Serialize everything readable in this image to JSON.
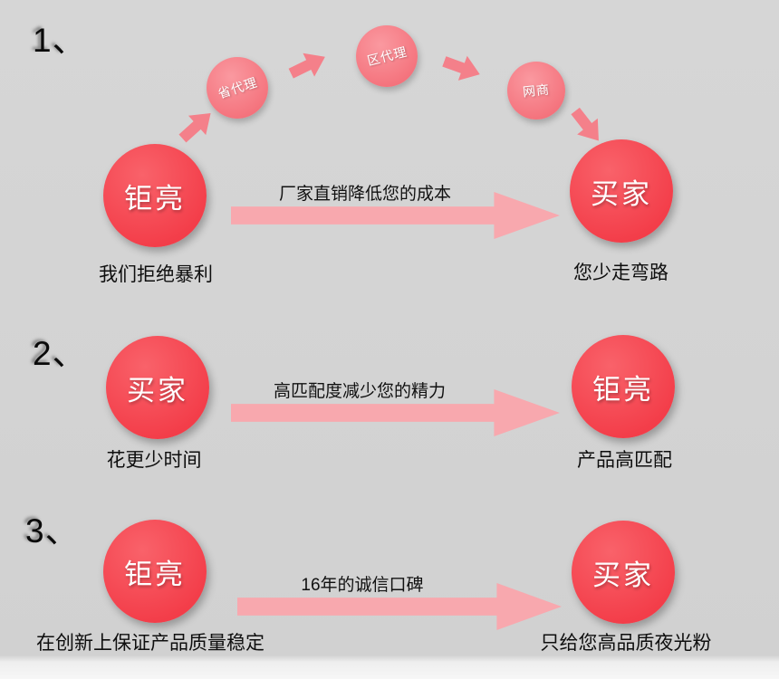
{
  "colors": {
    "background": "#d2d2d2",
    "circle_red": "#f33d49",
    "circle_pink_small": "#f4717b",
    "arrow_big_pink": "#f8a8ae",
    "arrow_small_pink": "#f4808a",
    "text_dark": "#111111",
    "text_white": "#ffffff"
  },
  "sections": [
    {
      "number": "1、",
      "left_circle": "钜亮",
      "right_circle": "买家",
      "chain": [
        "省代理",
        "区代理",
        "网商"
      ],
      "arrow_text": "厂家直销降低您的成本",
      "left_caption": "我们拒绝暴利",
      "right_caption": "您少走弯路"
    },
    {
      "number": "2、",
      "left_circle": "买家",
      "right_circle": "钜亮",
      "arrow_text": "高匹配度减少您的精力",
      "left_caption": "花更少时间",
      "right_caption": "产品高匹配"
    },
    {
      "number": "3、",
      "left_circle": "钜亮",
      "right_circle": "买家",
      "arrow_text": "16年的诚信口碑",
      "left_caption": "在创新上保证产品质量稳定",
      "right_caption": "只给您高品质夜光粉"
    }
  ]
}
